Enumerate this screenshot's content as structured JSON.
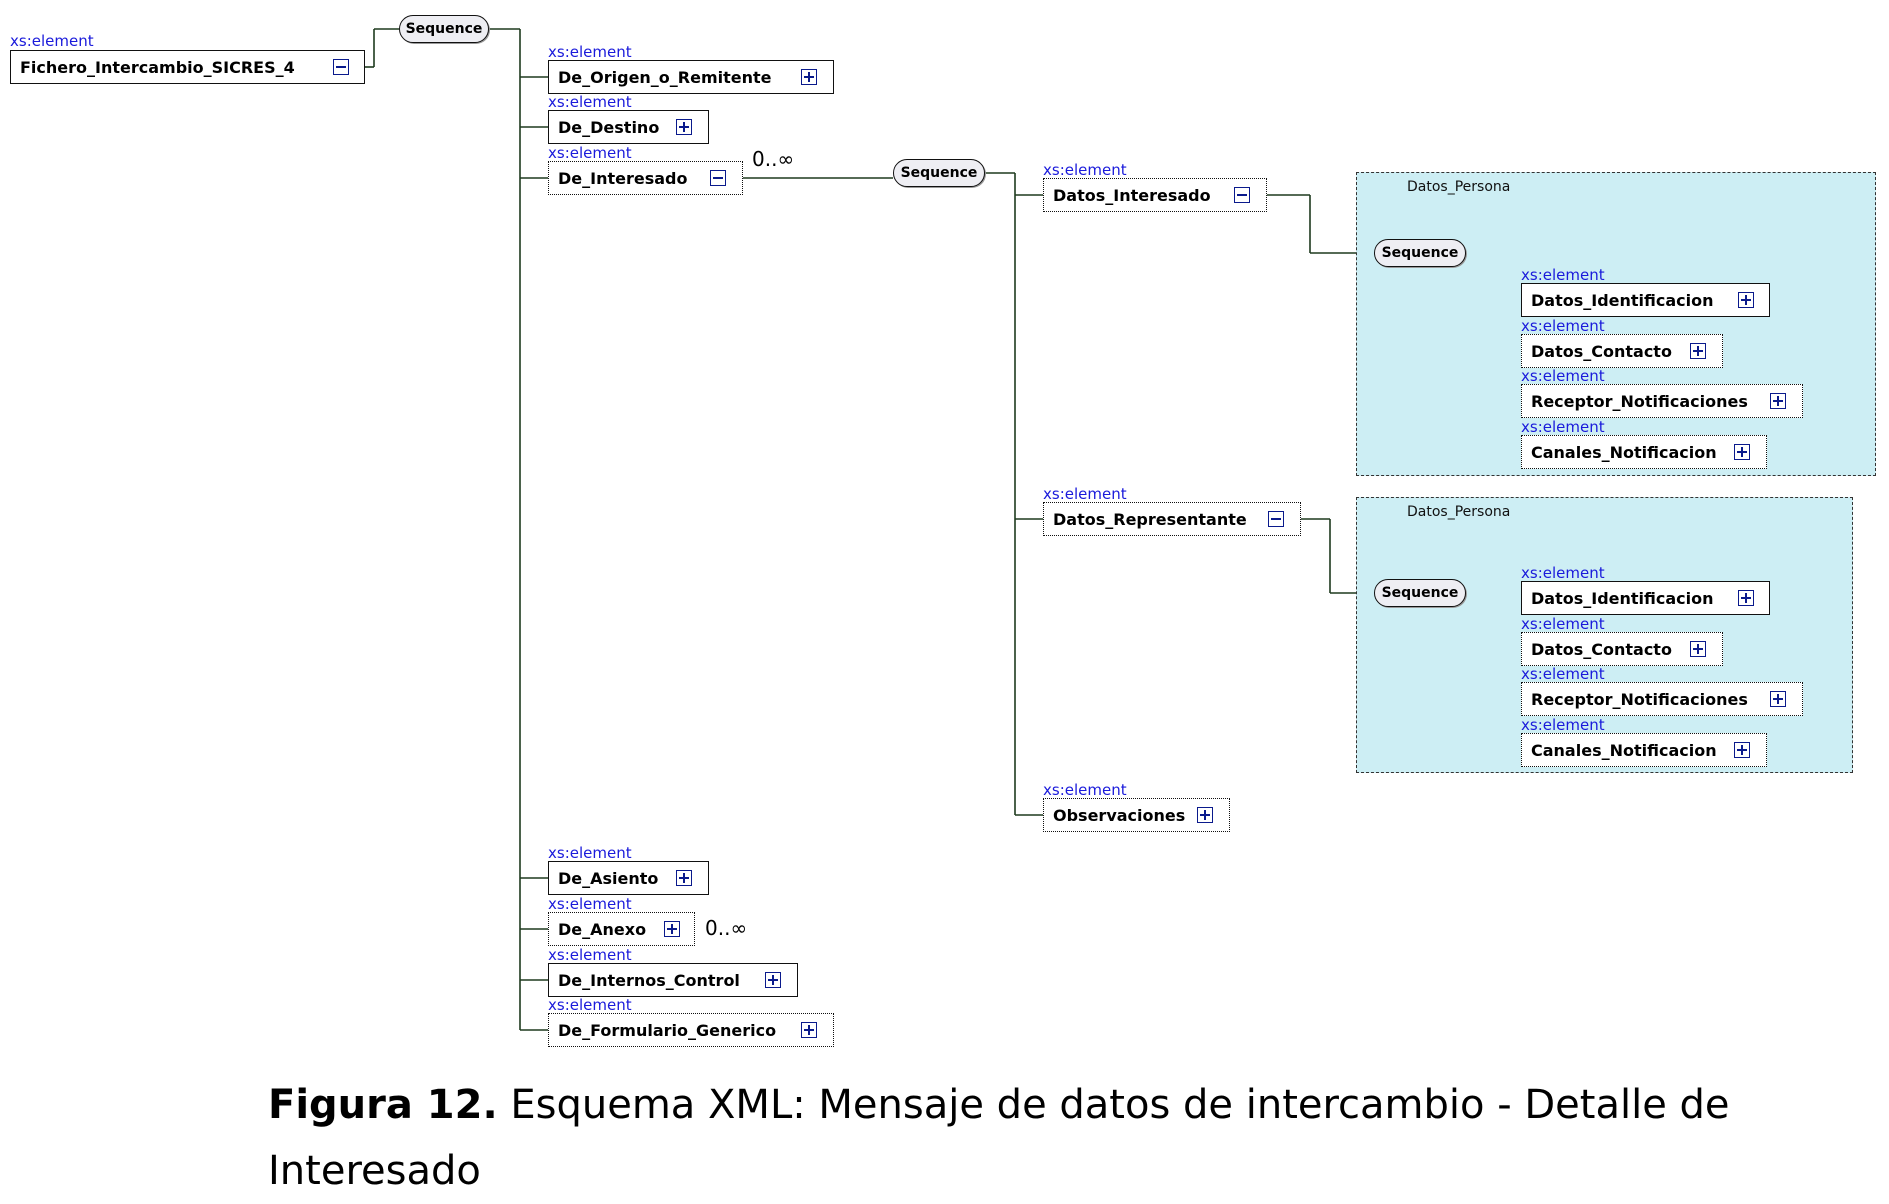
{
  "root": {
    "kind": "xs:element",
    "name": "Fichero_Intercambio_SICRES_4",
    "toggle": "minus"
  },
  "sequence_label": "Sequence",
  "element_kind": "xs:element",
  "level1": [
    {
      "name": "De_Origen_o_Remitente",
      "toggle": "plus",
      "optional": false
    },
    {
      "name": "De_Destino",
      "toggle": "plus",
      "optional": false
    },
    {
      "name": "De_Interesado",
      "toggle": "minus",
      "optional": true,
      "cardinality": "0..∞"
    },
    {
      "name": "De_Asiento",
      "toggle": "plus",
      "optional": false
    },
    {
      "name": "De_Anexo",
      "toggle": "plus",
      "optional": true,
      "cardinality": "0..∞"
    },
    {
      "name": "De_Internos_Control",
      "toggle": "plus",
      "optional": false
    },
    {
      "name": "De_Formulario_Generico",
      "toggle": "plus",
      "optional": true
    }
  ],
  "level2": [
    {
      "name": "Datos_Interesado",
      "toggle": "minus",
      "optional": true
    },
    {
      "name": "Datos_Representante",
      "toggle": "minus",
      "optional": true
    },
    {
      "name": "Observaciones",
      "toggle": "plus",
      "optional": true
    }
  ],
  "groups": [
    {
      "title": "Datos_Persona",
      "elements": [
        {
          "name": "Datos_Identificacion",
          "toggle": "plus",
          "optional": false
        },
        {
          "name": "Datos_Contacto",
          "toggle": "plus",
          "optional": true
        },
        {
          "name": "Receptor_Notificaciones",
          "toggle": "plus",
          "optional": true
        },
        {
          "name": "Canales_Notificacion",
          "toggle": "plus",
          "optional": true
        }
      ]
    },
    {
      "title": "Datos_Persona",
      "elements": [
        {
          "name": "Datos_Identificacion",
          "toggle": "plus",
          "optional": false
        },
        {
          "name": "Datos_Contacto",
          "toggle": "plus",
          "optional": true
        },
        {
          "name": "Receptor_Notificaciones",
          "toggle": "plus",
          "optional": true
        },
        {
          "name": "Canales_Notificacion",
          "toggle": "plus",
          "optional": true
        }
      ]
    }
  ],
  "caption": {
    "label": "Figura 12.",
    "text": "Esquema XML: Mensaje de datos de intercambio - Detalle de Interesado"
  },
  "colors": {
    "group_fill": "#cdeef4",
    "kind_label": "#1a1adb",
    "toggle": "#0a1a8c"
  }
}
